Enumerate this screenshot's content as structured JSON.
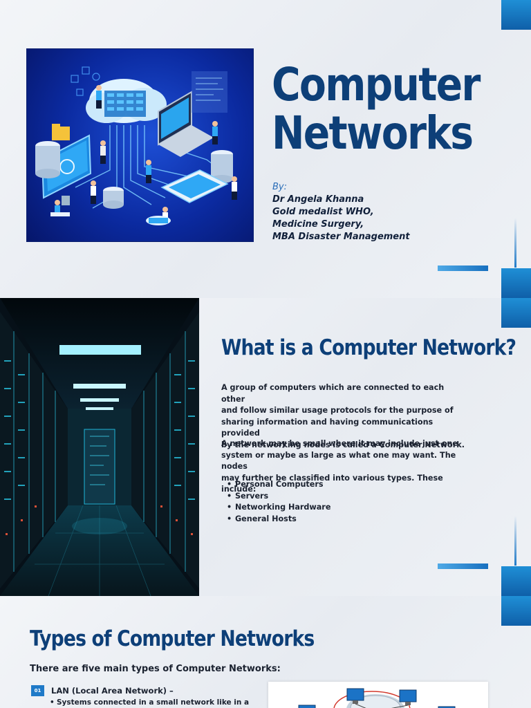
{
  "slide1": {
    "title_line1": "Computer",
    "title_line2": "Networks",
    "by_label": "By:",
    "author_lines": [
      "Dr Angela Khanna",
      "Gold medalist WHO,",
      "Medicine Surgery,",
      "MBA Disaster Management"
    ],
    "image_icon": "network-isometric-illustration"
  },
  "slide2": {
    "heading": "What is a Computer Network?",
    "paragraph1_lines": [
      "A group of computers which are connected to each other",
      "and follow similar usage protocols for the purpose of",
      "sharing information and having communications provided",
      "by the networking nodes is called a Computer Network."
    ],
    "paragraph2_lines": [
      "A network may be small where it may include just one",
      "system or maybe as large as what one may want. The nodes",
      "may further be classified into various types. These include:"
    ],
    "bullets": [
      "Personal Computers",
      "Servers",
      "Networking Hardware",
      "General Hosts"
    ],
    "image_icon": "data-center-server-room"
  },
  "slide3": {
    "heading": "Types of Computer Networks",
    "intro": "There are five main types of Computer Networks:",
    "item_number": "01",
    "item_title": "LAN (Local Area Network) –",
    "item_bullet": "Systems connected in a small network like in a",
    "image_icon": "lan-network-diagram"
  },
  "colors": {
    "heading": "#0d3f78",
    "accent": "#1f7ac8",
    "text": "#1b2230"
  }
}
